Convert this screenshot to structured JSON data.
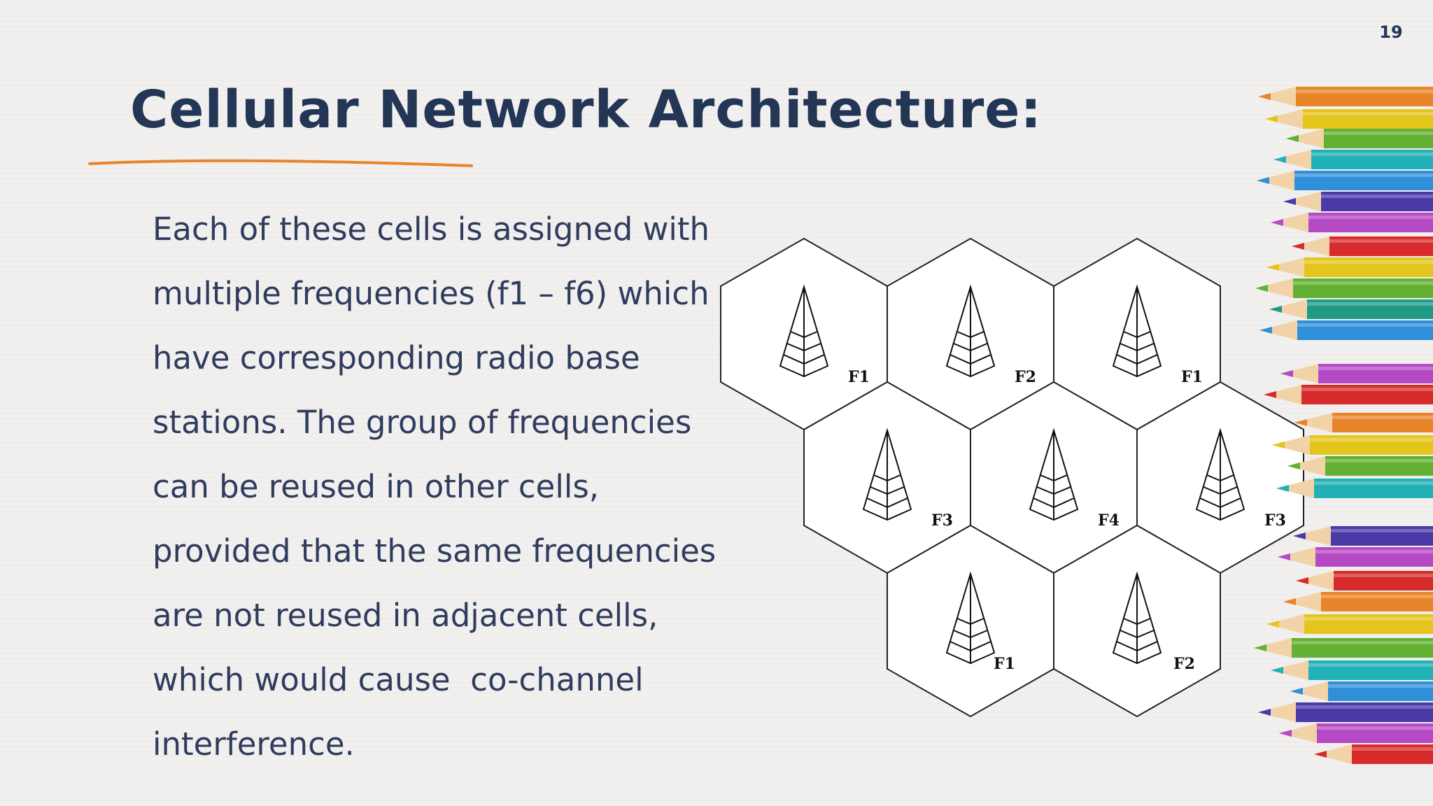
{
  "slide": {
    "number": "19",
    "title": "Cellular Network Architecture:",
    "body_lines": [
      "Each of these cells is assigned with",
      "multiple frequencies (f1 – f6) which",
      "have corresponding radio base",
      "stations. The group of frequencies",
      "can be reused in other cells,",
      "provided that the same frequencies",
      "are not reused in adjacent cells,",
      "which would cause  co-channel",
      "interference."
    ]
  },
  "diagram": {
    "cells": [
      {
        "label": "F1"
      },
      {
        "label": "F2"
      },
      {
        "label": "F1"
      },
      {
        "label": "F3"
      },
      {
        "label": "F4"
      },
      {
        "label": "F3"
      },
      {
        "label": "F1"
      },
      {
        "label": "F2"
      }
    ],
    "icon": "cell-tower-icon"
  },
  "colors": {
    "title": "#233656",
    "body": "#2f3c5e",
    "underline": "#e8852a",
    "background": "#f1f0ee"
  }
}
